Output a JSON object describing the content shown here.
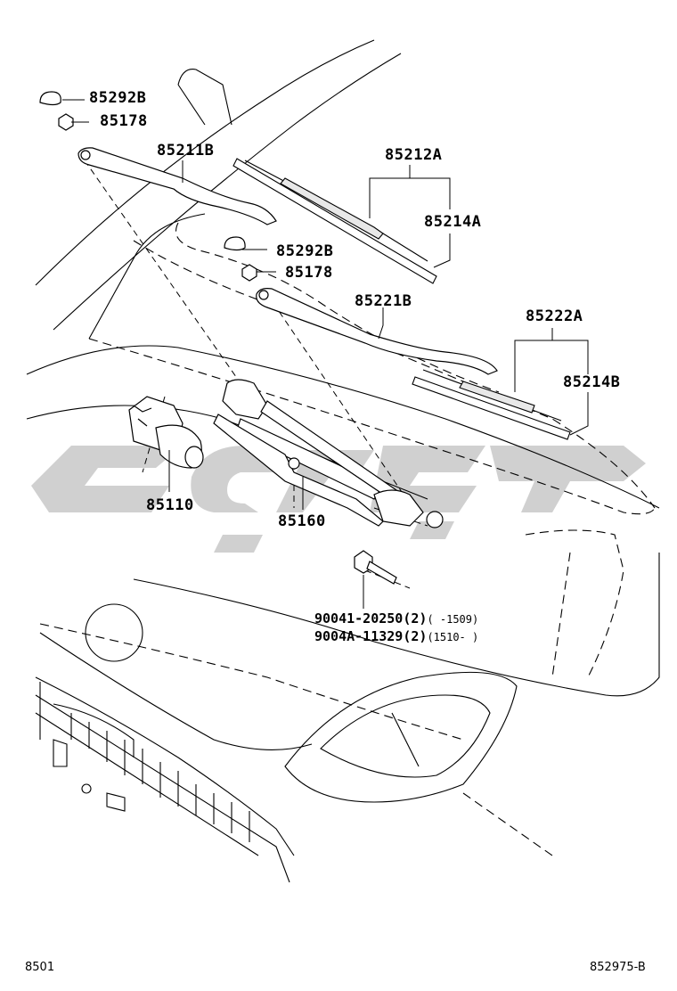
{
  "labels": {
    "p85292b_top": "85292B",
    "p85178_top": "85178",
    "p85211b": "85211B",
    "p85212a": "85212A",
    "p85214a": "85214A",
    "p85292b_mid": "85292B",
    "p85178_mid": "85178",
    "p85221b": "85221B",
    "p85222a": "85222A",
    "p85214b": "85214B",
    "p85110": "85110",
    "p85160": "85160"
  },
  "bolt_notes": [
    {
      "part": "90041-20250",
      "qty": "(2)",
      "range": "(      -1509)"
    },
    {
      "part": "9004A-11329",
      "qty": "(2)",
      "range": "(1510-      )"
    }
  ],
  "footer": {
    "left": "8501",
    "right": "852975-B"
  },
  "watermark": {
    "color": "#c8c8c8"
  }
}
